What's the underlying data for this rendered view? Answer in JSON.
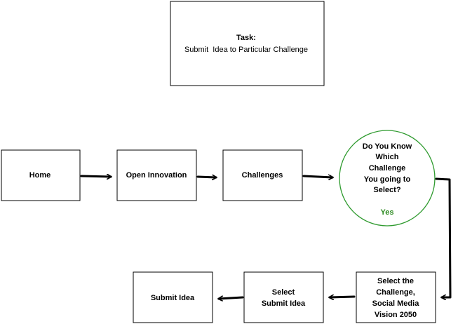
{
  "task": {
    "heading": "Task:",
    "description": "Submit  Idea to Particular Challenge"
  },
  "nodes": {
    "home": "Home",
    "open_innovation": "Open Innovation",
    "challenges": "Challenges",
    "decision": {
      "lines": [
        "Do You Know",
        "Which",
        "Challenge",
        "You going to",
        "Select?"
      ],
      "answer": "Yes"
    },
    "select_challenge": [
      "Select the",
      "Challenge,",
      "Social Media",
      "Vision 2050"
    ],
    "select_submit": [
      "Select",
      "Submit Idea"
    ],
    "submit_idea": "Submit Idea"
  },
  "colors": {
    "stroke": "#000000",
    "decision_border": "#2e9a2e",
    "answer_text": "#2e8b22"
  }
}
